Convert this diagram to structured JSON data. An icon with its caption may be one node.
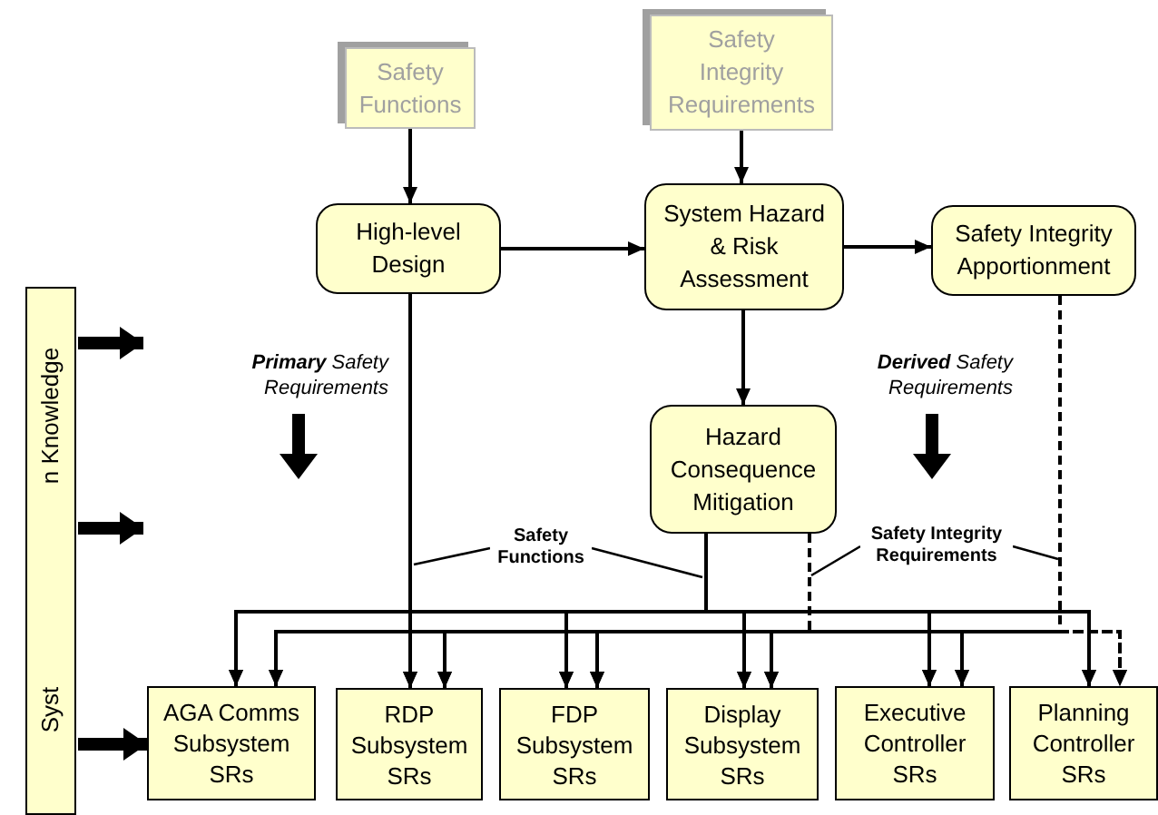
{
  "diagram": {
    "nodes": [
      {
        "text": [
          "Safety Functions"
        ]
      },
      {
        "text": [
          "Safety Integrity Requirements"
        ]
      },
      {
        "text": [
          "High-level Design"
        ]
      },
      {
        "text": [
          "System Hazard & Risk Assessment"
        ]
      },
      {
        "text": [
          "Safety Integrity Apportionment"
        ]
      },
      {
        "text": [
          "Hazard Consequence Mitigation"
        ]
      },
      {
        "text": [
          "AGA Comms Subsystem SRs"
        ]
      },
      {
        "text": [
          "RDP Subsystem SRs"
        ]
      },
      {
        "text": [
          "FDP Subsystem SRs"
        ]
      },
      {
        "text": [
          "Display Subsystem SRs"
        ]
      },
      {
        "text": [
          "Executive Controller SRs"
        ]
      },
      {
        "text": [
          "Planning Controller SRs"
        ]
      },
      {
        "text": [
          "Syst",
          "n Knowledge"
        ]
      },
      {
        "text": [
          "Safety Functions"
        ]
      },
      {
        "text": [
          "Safety Integrity Requirements"
        ]
      }
    ],
    "edges": [
      {
        "from": 0,
        "to": 2,
        "arrow": "to"
      },
      {
        "from": 1,
        "to": 3,
        "arrow": "to"
      },
      {
        "from": 2,
        "to": 3,
        "arrow": "to"
      },
      {
        "from": 3,
        "to": 4,
        "arrow": "to"
      },
      {
        "from": 3,
        "to": 5,
        "arrow": "to"
      },
      {
        "from": 2,
        "to": 6,
        "arrow": "to"
      },
      {
        "from": 2,
        "to": 7,
        "arrow": "to"
      },
      {
        "from": 2,
        "to": 8,
        "arrow": "to"
      },
      {
        "from": 2,
        "to": 9,
        "arrow": "to"
      },
      {
        "from": 2,
        "to": 10,
        "arrow": "to"
      },
      {
        "from": 2,
        "to": 11,
        "arrow": "to"
      },
      {
        "from": 5,
        "to": 6,
        "arrow": "to"
      },
      {
        "from": 5,
        "to": 7,
        "arrow": "to"
      },
      {
        "from": 5,
        "to": 8,
        "arrow": "to"
      },
      {
        "from": 5,
        "to": 9,
        "arrow": "to"
      },
      {
        "from": 5,
        "to": 10,
        "arrow": "to"
      },
      {
        "from": 5,
        "to": 11,
        "arrow": "to"
      },
      {
        "from": 5,
        "to": 6,
        "arrow": "to",
        "style": "dashed"
      },
      {
        "from": 5,
        "to": 7,
        "arrow": "to",
        "style": "dashed"
      },
      {
        "from": 5,
        "to": 8,
        "arrow": "to",
        "style": "dashed"
      },
      {
        "from": 5,
        "to": 9,
        "arrow": "to",
        "style": "dashed"
      },
      {
        "from": 5,
        "to": 10,
        "arrow": "to",
        "style": "dashed"
      },
      {
        "from": 5,
        "to": 11,
        "arrow": "to",
        "style": "dashed"
      },
      {
        "from": 4,
        "to": 6,
        "arrow": "to",
        "style": "dashed"
      },
      {
        "from": 4,
        "to": 7,
        "arrow": "to",
        "style": "dashed"
      },
      {
        "from": 4,
        "to": 8,
        "arrow": "to",
        "style": "dashed"
      },
      {
        "from": 4,
        "to": 9,
        "arrow": "to",
        "style": "dashed"
      },
      {
        "from": 4,
        "to": 10,
        "arrow": "to",
        "style": "dashed"
      },
      {
        "from": 4,
        "to": 11,
        "arrow": "to",
        "style": "dashed"
      },
      {
        "from": 12,
        "to": null,
        "arrow": "to",
        "style": "thick"
      },
      {
        "from": 12,
        "to": null,
        "arrow": "to",
        "style": "thick"
      },
      {
        "from": 12,
        "to": 6,
        "arrow": "to",
        "style": "thick"
      },
      {
        "from": 13,
        "to": null,
        "arrow": "none"
      },
      {
        "from": 13,
        "to": null,
        "arrow": "none"
      },
      {
        "from": 14,
        "to": null,
        "arrow": "none"
      },
      {
        "from": 14,
        "to": null,
        "arrow": "none"
      }
    ],
    "labels": [
      "**Primary** Safety Requirements",
      "**Derived** Safety Requirements"
    ]
  }
}
